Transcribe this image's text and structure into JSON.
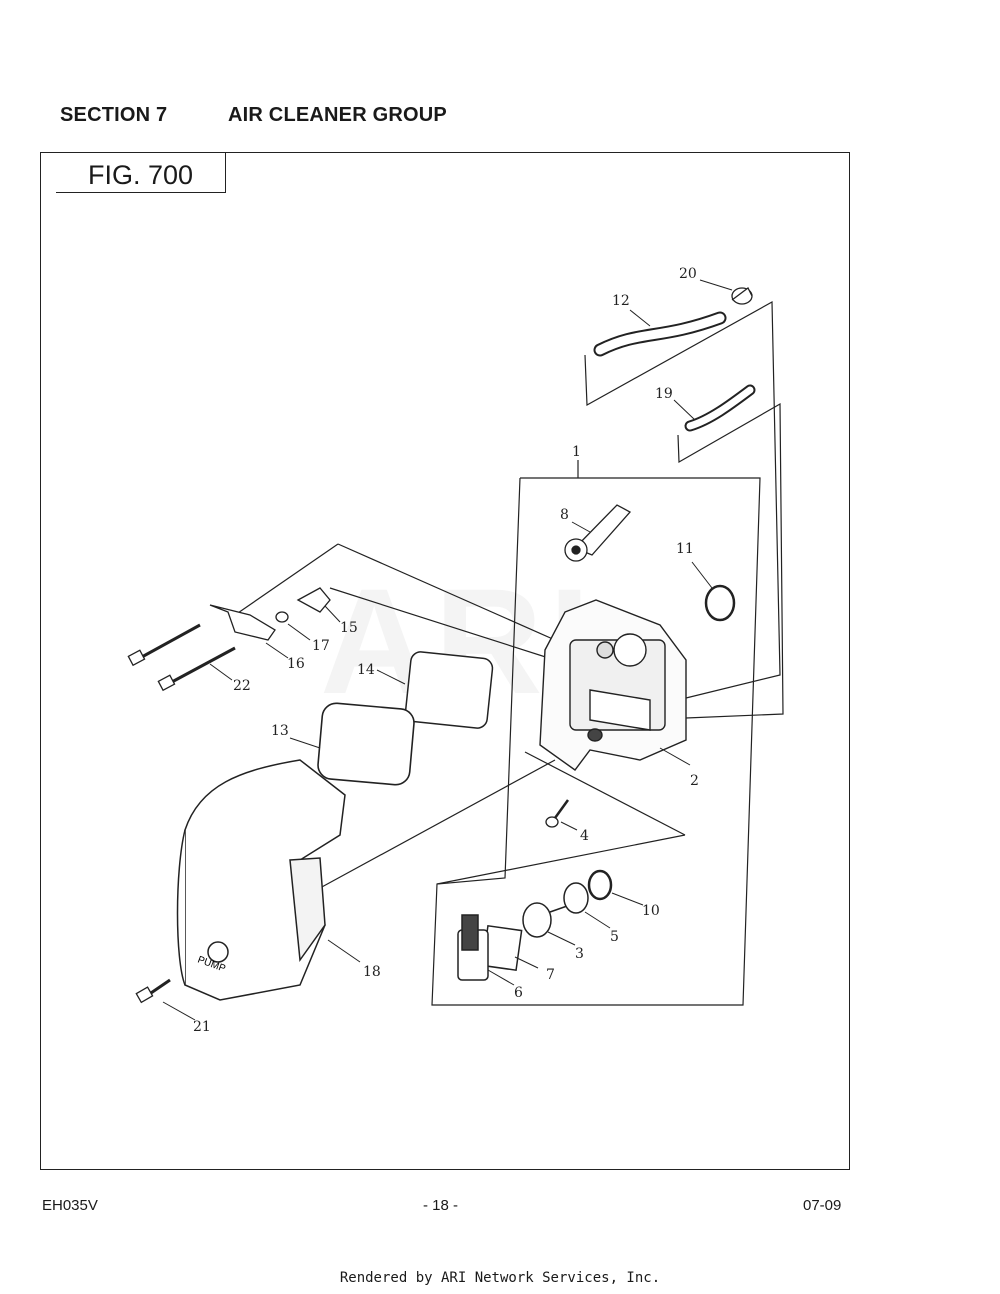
{
  "section": {
    "number": "SECTION 7",
    "title": "AIR CLEANER GROUP"
  },
  "figure": {
    "label": "FIG. 700"
  },
  "watermark": "ARI",
  "callouts": {
    "c1": "1",
    "c2": "2",
    "c3": "3",
    "c4": "4",
    "c5": "5",
    "c6": "6",
    "c7": "7",
    "c8": "8",
    "c10": "10",
    "c11": "11",
    "c12": "12",
    "c13": "13",
    "c14": "14",
    "c15": "15",
    "c16": "16",
    "c17": "17",
    "c18": "18",
    "c19": "19",
    "c20": "20",
    "c21": "21",
    "c22": "22"
  },
  "cover": {
    "text": "PUMP"
  },
  "footer": {
    "model": "EH035V",
    "page": "- 18 -",
    "date": "07-09"
  },
  "rendered_by": "Rendered by ARI Network Services, Inc."
}
